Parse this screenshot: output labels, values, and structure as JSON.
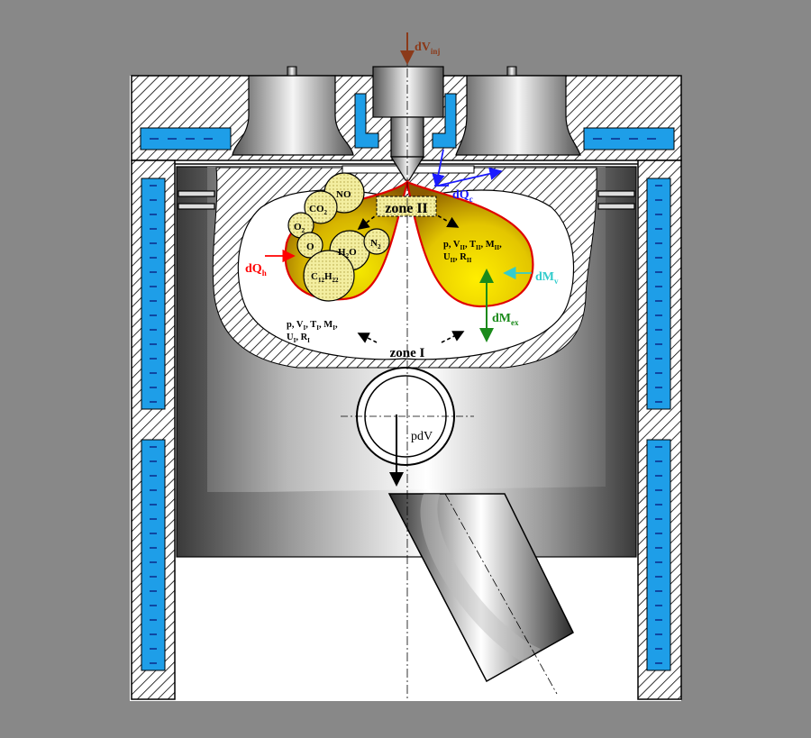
{
  "labels": {
    "dVinj": {
      "main": "dV",
      "sub": "inj",
      "color": "#8b3a1a"
    },
    "dQc": {
      "main": "dQ",
      "sub": "c",
      "color": "#1a1aff"
    },
    "dQh": {
      "main": "dQ",
      "sub": "h",
      "color": "#ff0000"
    },
    "dMv": {
      "main": "dM",
      "sub": "v",
      "color": "#33cccc"
    },
    "dMex": {
      "main": "dM",
      "sub": "ex",
      "color": "#1a8a1a"
    },
    "zone2": "zone II",
    "zone1": "zone I",
    "pdV": "pdV",
    "zone2_state_line1": "p, V",
    "zone2_state_line2": "U",
    "zone1_state_line1": "p, V",
    "zone1_state_line2": "U"
  },
  "species": {
    "NO": "NO",
    "CO2": "CO",
    "O2": "O",
    "H2O": "H",
    "N2": "N",
    "O": "O",
    "C12H22": "C"
  },
  "colors": {
    "coolant": "#1e9ee8",
    "zone2_fill": "#f2e200",
    "zone2_outline": "#e00000",
    "background": "#888888"
  }
}
